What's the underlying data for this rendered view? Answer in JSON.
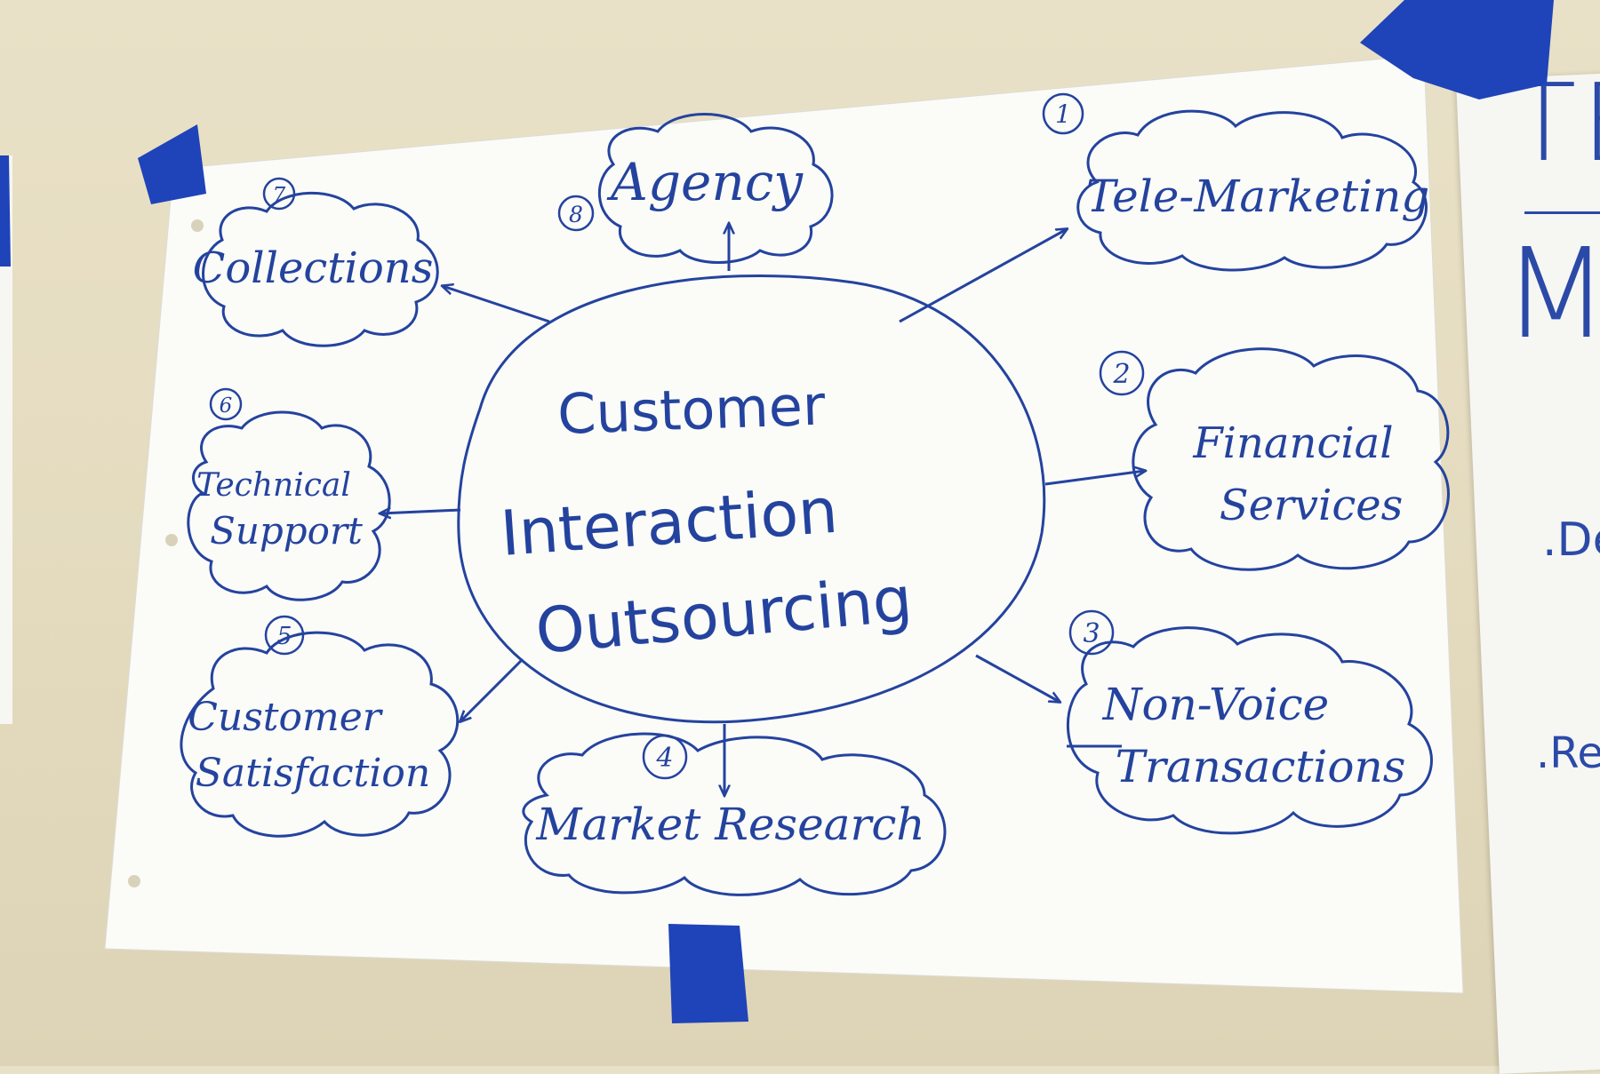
{
  "center": {
    "lines": [
      "Customer",
      "Interaction",
      "Outsourcing"
    ]
  },
  "nodes": [
    {
      "number": "1",
      "lines": [
        "Tele-Marketing"
      ]
    },
    {
      "number": "2",
      "lines": [
        "Financial",
        "Services"
      ]
    },
    {
      "number": "3",
      "lines": [
        "Non-Voice",
        "Transactions"
      ]
    },
    {
      "number": "4",
      "lines": [
        "Market Research"
      ]
    },
    {
      "number": "5",
      "lines": [
        "Customer",
        "Satisfaction"
      ]
    },
    {
      "number": "6",
      "lines": [
        "Technical",
        "Support"
      ]
    },
    {
      "number": "7",
      "lines": [
        "Collections"
      ]
    },
    {
      "number": "8",
      "lines": [
        "Agency"
      ]
    }
  ],
  "side_sheet": {
    "heading": "TE",
    "letter": "M",
    "bullet_1": ".Det",
    "bullet_2": ".Re"
  },
  "colors": {
    "ink": "#24439e",
    "tape": "#1f43b8",
    "paper": "#fbfbf8",
    "wall": "#e6ddc2"
  }
}
